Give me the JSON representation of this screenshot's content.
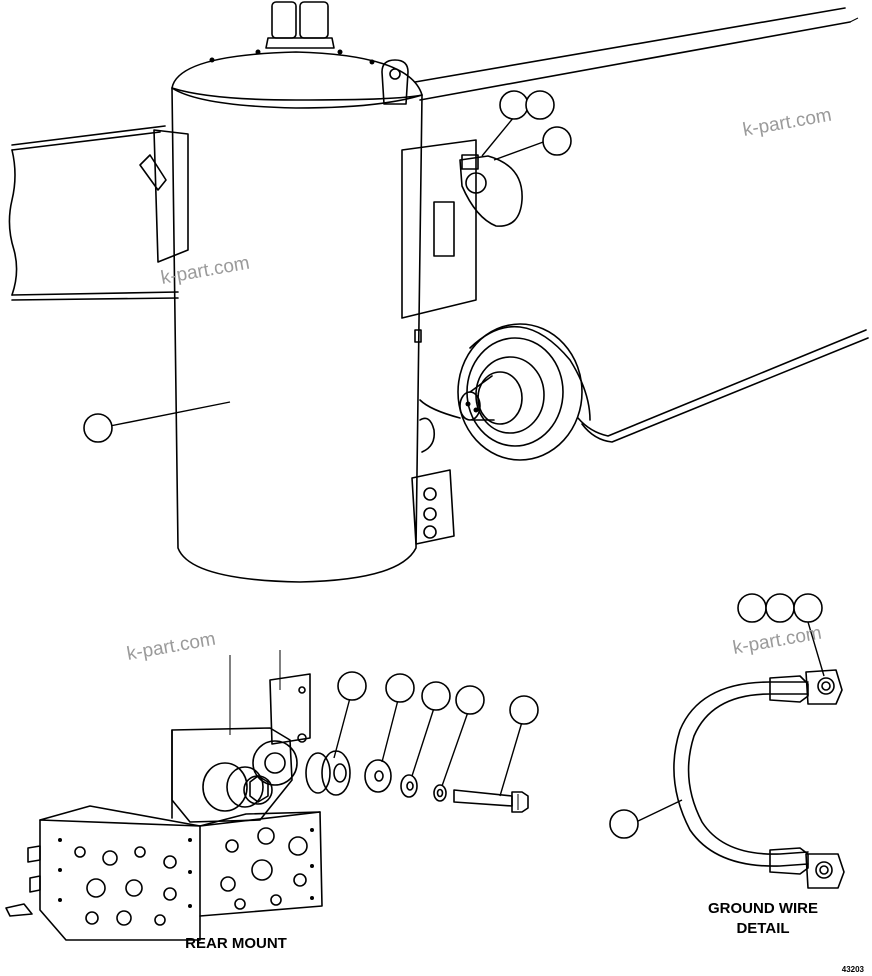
{
  "labels": {
    "rear_mount": "REAR MOUNT",
    "ground_wire_line1": "GROUND WIRE",
    "ground_wire_line2": "DETAIL",
    "drawing_number": "43203"
  },
  "watermarks": [
    "k-part.com",
    "k-part.com",
    "k-part.com",
    "k-part.com"
  ],
  "callouts": [
    {
      "id": "tank-callout"
    },
    {
      "id": "bracket-callout-a"
    },
    {
      "id": "bracket-callout-b"
    },
    {
      "id": "bracket-callout-c"
    },
    {
      "id": "spacer-callout"
    },
    {
      "id": "large-washer-callout"
    },
    {
      "id": "washer-callout"
    },
    {
      "id": "lock-washer-callout"
    },
    {
      "id": "bolt-callout"
    },
    {
      "id": "wire-terminal-callout-a"
    },
    {
      "id": "wire-terminal-callout-b"
    },
    {
      "id": "wire-terminal-callout-c"
    },
    {
      "id": "ground-wire-callout"
    }
  ]
}
